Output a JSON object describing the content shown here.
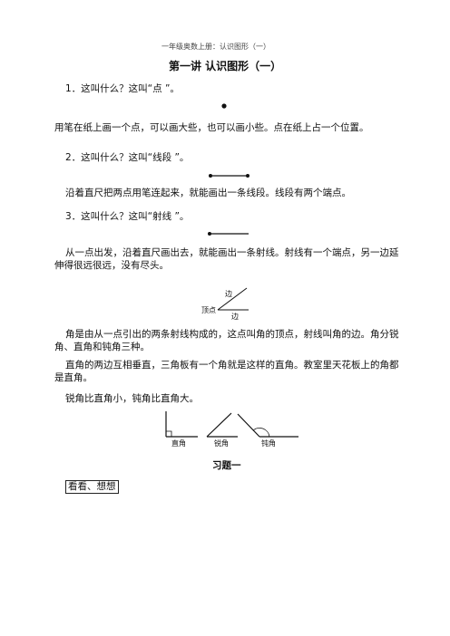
{
  "header": "一年级奥数上册：认识图形（一）",
  "title": "第一讲  认识图形（一）",
  "sections": {
    "point_q": "1．这叫什么？这叫“点 ”。",
    "point_desc": "用笔在纸上画一个点，可以画大些，也可以画小些。点在纸上占一个位置。",
    "segment_q": "2．这叫什么？这叫“线段 ”。",
    "segment_desc": "沿着直尺把两点用笔连起来，就能画出一条线段。线段有两个端点。",
    "ray_q": "3．这叫什么？这叫“射线 ”。",
    "ray_desc": "从一点出发，沿着直尺画出去，就能画出一条射线。射线有一个端点，另一边延伸得很远很远，没有尽头。",
    "angle_desc": "角是由从一点引出的两条射线构成的，这点叫角的顶点，射线叫角的边。角分锐角、直角和钝角三种。",
    "right_angle_desc": "直角的两边互相垂直，三角板有一个角就是这样的直角。教室里天花板上的角都是直角。",
    "compare": "锐角比直角小，钝角比直角大。",
    "exercise_title": "习题一",
    "box_label": "看看、想想"
  },
  "angle_figure": {
    "edge_upper": "边",
    "vertex": "顶点",
    "edge_lower": "边"
  },
  "angle_types": [
    "直角",
    "锐角",
    "钝角"
  ]
}
